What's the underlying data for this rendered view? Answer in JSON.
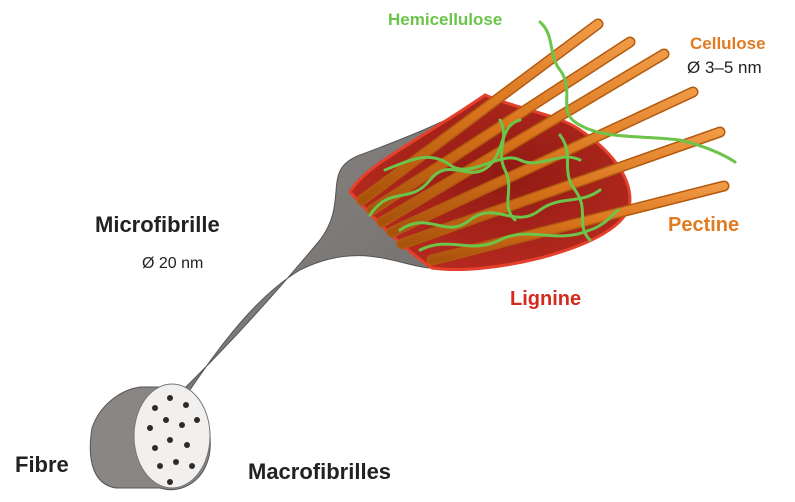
{
  "colors": {
    "hemicellulose": "#6cc44a",
    "cellulose": "#e07b22",
    "pectine": "#e07b22",
    "lignine": "#d42a1e",
    "text": "#222222",
    "microfibril": "#7f7b79",
    "lignin_fill": "#b0261c"
  },
  "labels": {
    "hemicellulose": "Hemicellulose",
    "cellulose": "Cellulose",
    "cellulose_diameter": "Ø 3–5 nm",
    "microfibrille": "Microfibrille",
    "microfibrille_diameter": "Ø 20 nm",
    "pectine": "Pectine",
    "lignine": "Lignine",
    "fibre": "Fibre",
    "macrofibrilles": "Macrofibrilles"
  }
}
